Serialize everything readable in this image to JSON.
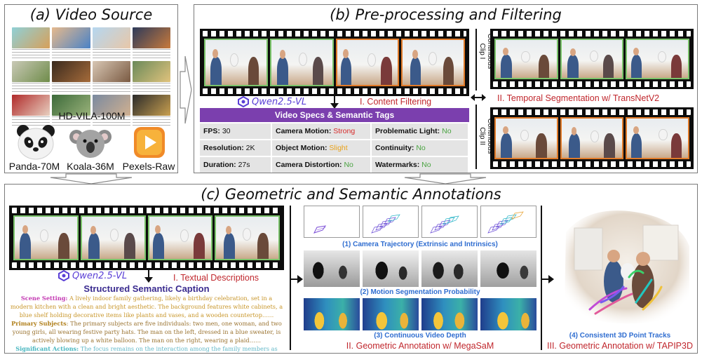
{
  "panel_a": {
    "title": "(a) Video Source",
    "dataset_main": "HD-VILA-100M",
    "datasets": [
      {
        "label": "Panda-70M",
        "icon": "panda-icon"
      },
      {
        "label": "Koala-36M",
        "icon": "koala-icon"
      },
      {
        "label": "Pexels-Raw",
        "icon": "play-icon"
      }
    ]
  },
  "panel_b": {
    "title": "(b) Pre-processing and Filtering",
    "model_name": "Qwen2.5-VL",
    "step1": "I. Content Filtering",
    "step2": "II. Temporal Segmentation w/ TransNetV2",
    "clip1": [
      "Continuous",
      "Clip I"
    ],
    "clip2": [
      "Continuous",
      "Clip II"
    ],
    "spec_header": "Video Specs  & Semantic Tags",
    "specs": [
      {
        "key": "FPS:",
        "value": "30",
        "color": "#111111"
      },
      {
        "key": "Camera Motion:",
        "value": "Strong",
        "color": "#d62a2a"
      },
      {
        "key": "Problematic Light:",
        "value": "No",
        "color": "#4aa341"
      },
      {
        "key": "Resolution:",
        "value": "2K",
        "color": "#111111"
      },
      {
        "key": "Object Motion:",
        "value": "Slight",
        "color": "#e9a21b"
      },
      {
        "key": "Continuity:",
        "value": "No",
        "color": "#4aa341"
      },
      {
        "key": "Duration:",
        "value": "27s",
        "color": "#111111"
      },
      {
        "key": "Camera Distortion:",
        "value": "No",
        "color": "#4aa341"
      },
      {
        "key": "Watermarks:",
        "value": "No",
        "color": "#4aa341"
      }
    ]
  },
  "panel_c": {
    "title": "(c) Geometric and Semantic Annotations",
    "model_name": "Qwen2.5-VL",
    "step1": "I. Textual Descriptions",
    "caption_title": "Structured Semantic Caption",
    "scene_key": "Scene Setting:",
    "scene_text": "A lively indoor family gathering, likely a birthday celebration, set in a modern kitchen with a clean and bright aesthetic. The background features white cabinets, a blue shelf holding decorative items like plants and vases, and a wooden countertop……",
    "subjects_key": "Primary Subjects",
    "subjects_text": ": The primary subjects are five individuals: two men, one woman, and two young girls, all wearing festive party hats. The man on the left, dressed in a blue sweater, is actively blowing up a white balloon. The man on the right, wearing a plaid……",
    "actions_key": "Significant Actions:",
    "actions_text": "The focus remains on the interaction among the family members as they prepare balloons, likely for decoration or a game, emphasizing a sense of togetherness and celebration. The actions are casual and playful, reflecting a warm ……..",
    "geo1_caption": "(1) Camera Trajectory (Extrinsic and Intrinsics)",
    "geo2_caption": "(2) Motion Segmentation Probability",
    "geo3_caption": "(3) Continuous Video Depth",
    "step2": "II. Geometric Annotation w/ MegaSaM",
    "geo4_caption": "(4) Consistent 3D Point Tracks",
    "step3": "III. Geometric Annotation w/ TAPIP3D"
  },
  "colors": {
    "accent_purple": "#7b3fae",
    "step_red": "#c0272d",
    "caption_blue": "#2f6dd0",
    "frame_green": "#7ac36a",
    "frame_orange": "#e07a28"
  }
}
